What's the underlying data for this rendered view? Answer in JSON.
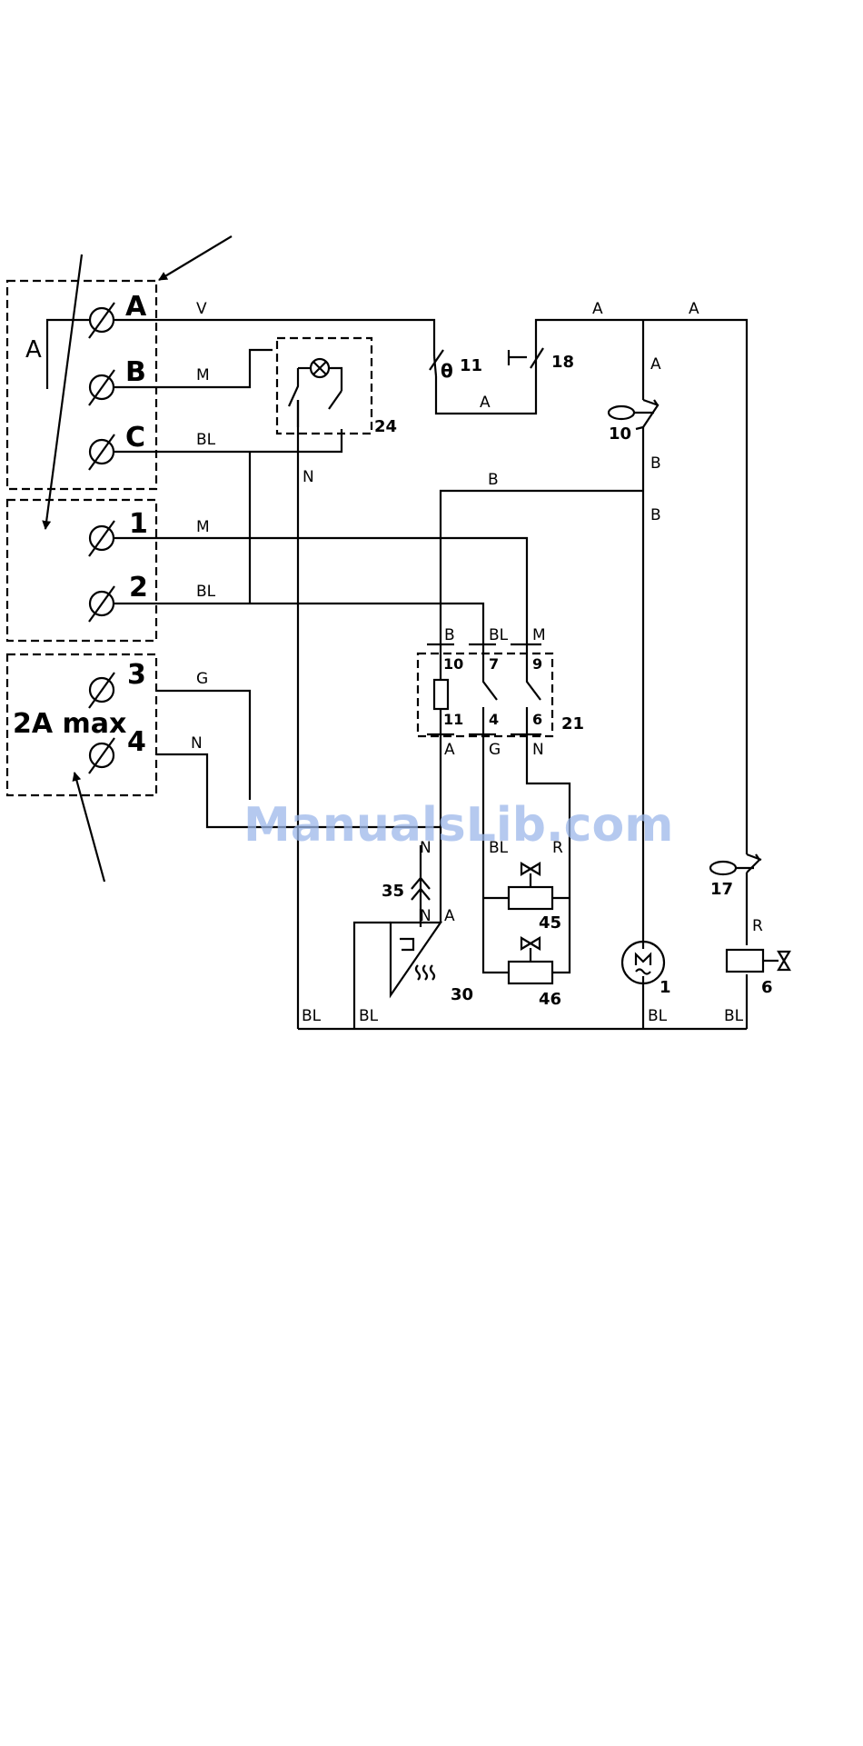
{
  "terminals": {
    "a": "A",
    "b": "B",
    "c": "C",
    "t1": "1",
    "t2": "2",
    "t3": "3",
    "t4": "4"
  },
  "block_a_label": "A",
  "rating": "2A max",
  "wire_labels": {
    "v": "V",
    "m_b": "M",
    "bl_c": "BL",
    "m_1": "M",
    "bl_2": "BL",
    "g_3": "G",
    "n_4": "N",
    "n_24": "N",
    "a_top1": "A",
    "a_top2": "A",
    "a_11": "A",
    "a_10": "A",
    "b_10": "B",
    "b_right": "B",
    "b_top": "B",
    "b_21": "B",
    "bl_21": "BL",
    "m_21": "M",
    "a_21": "A",
    "g_21": "G",
    "n_21": "N",
    "n_35": "N",
    "n_30": "N",
    "a_30": "A",
    "bl_45": "BL",
    "r_45": "R",
    "r_6": "R",
    "bl_b1": "BL",
    "bl_b2": "BL",
    "bl_b3": "BL",
    "bl_b4": "BL"
  },
  "pins": {
    "p10": "10",
    "p7": "7",
    "p9": "9",
    "p11": "11",
    "p4": "4",
    "p6": "6"
  },
  "components": {
    "c11": "11",
    "c18": "18",
    "c24": "24",
    "c10": "10",
    "c21": "21",
    "c17": "17",
    "c35": "35",
    "c45": "45",
    "c30": "30",
    "c46": "46",
    "c1": "1",
    "c6": "6"
  },
  "theta": "θ",
  "watermark": "ManualsLib.com"
}
